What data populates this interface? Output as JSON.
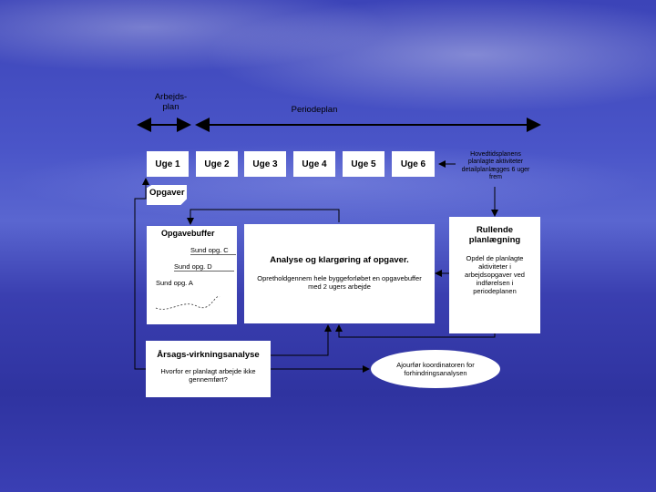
{
  "headers": {
    "arbejdsplan": "Arbejds-\nplan",
    "periodeplan": "Periodeplan"
  },
  "weeks": [
    "Uge 1",
    "Uge 2",
    "Uge 3",
    "Uge 4",
    "Uge 5",
    "Uge 6"
  ],
  "hovedtidsplan_note": "Hovedtidsplanens planlagte aktiviteter detailplanlægges 6 uger frem",
  "opgaver": "Opgaver",
  "opgavebuffer": {
    "title": "Opgavebuffer",
    "items": [
      "Sund opg. C",
      "Sund opg. D",
      "Sund opg. A"
    ]
  },
  "analyse": {
    "title": "Analyse og klargøring af opgaver.",
    "text": "Opretholdgennem hele byggeforløbet en opgavebuffer med 2 ugers arbejde"
  },
  "rullende": {
    "title": "Rullende planlægning",
    "text": "Opdel de planlagte aktiviteter i arbejdsopgaver ved indførelsen i periodeplanen"
  },
  "aarsags": {
    "title": "Årsags-virkningsanalyse",
    "text": "Hvorfor er planlagt arbejde ikke gennemført?"
  },
  "ellipse": {
    "text": "Ajourfør koordinatoren for forhindringsanalysen"
  }
}
